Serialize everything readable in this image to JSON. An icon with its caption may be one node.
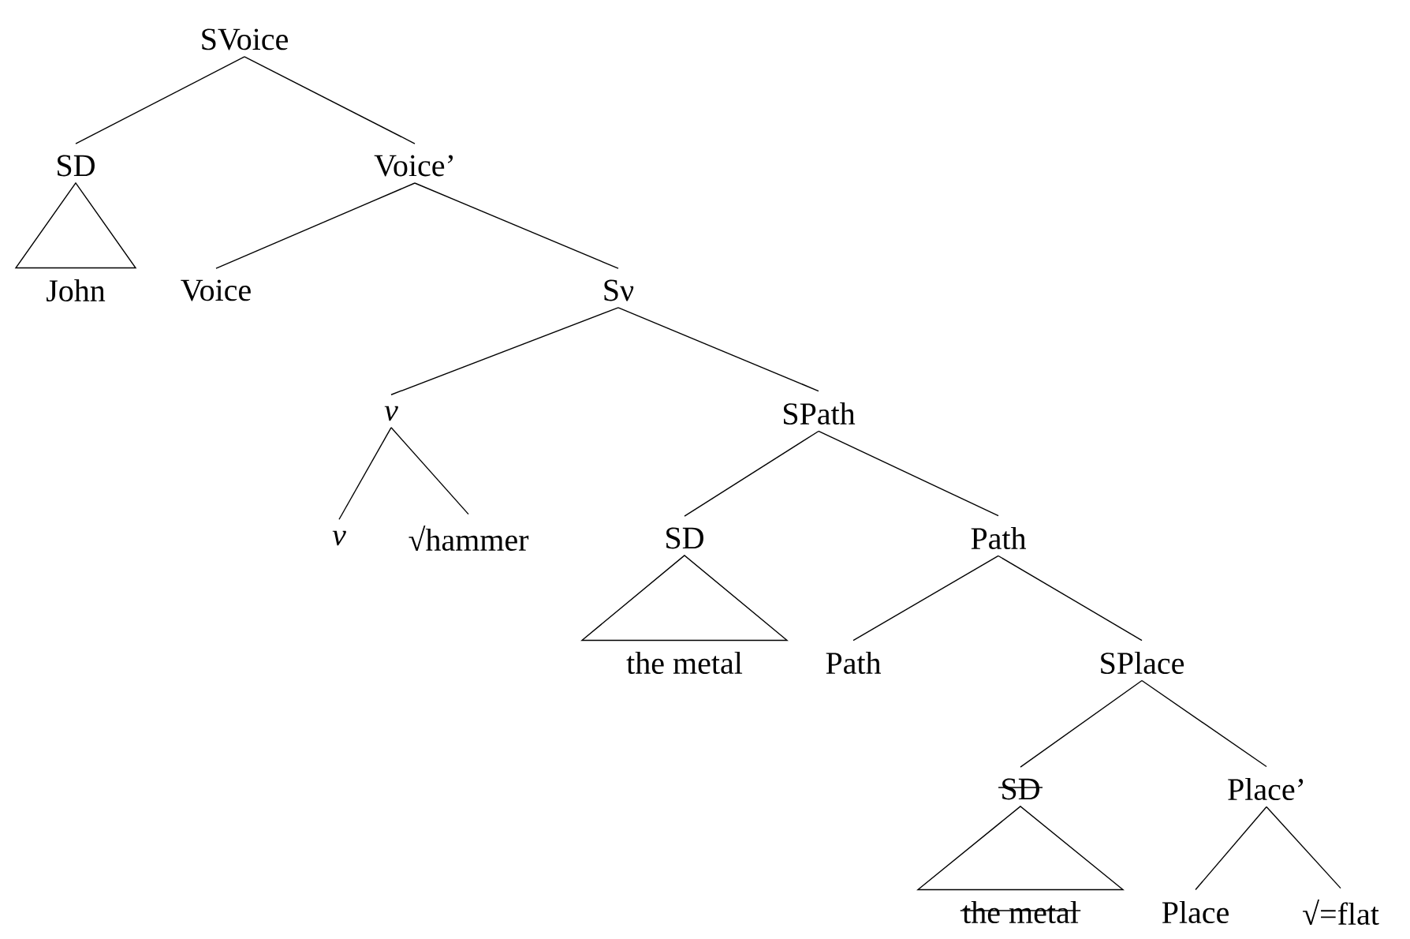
{
  "diagram": {
    "nodes": [
      {
        "text": [
          "SVoice"
        ]
      },
      {
        "text": [
          "SD"
        ]
      },
      {
        "text": [
          "Voice’"
        ]
      },
      {
        "text": [
          "John"
        ]
      },
      {
        "text": [
          "Voice"
        ]
      },
      {
        "text": [
          "Sν"
        ]
      },
      {
        "text": [
          "ν"
        ]
      },
      {
        "text": [
          "ν"
        ]
      },
      {
        "text": [
          "√hammer"
        ]
      },
      {
        "text": [
          "SPath"
        ]
      },
      {
        "text": [
          "SD"
        ]
      },
      {
        "text": [
          "Path"
        ]
      },
      {
        "text": [
          "the metal"
        ]
      },
      {
        "text": [
          "Path"
        ]
      },
      {
        "text": [
          "SPlace"
        ]
      },
      {
        "text": [
          "SD"
        ]
      },
      {
        "text": [
          "Place’"
        ]
      },
      {
        "text": [
          "the metal"
        ]
      },
      {
        "text": [
          "Place"
        ]
      },
      {
        "text": [
          "√=flat"
        ]
      }
    ],
    "edges": [
      {
        "from": 0,
        "to": 1,
        "arrow": "none"
      },
      {
        "from": 0,
        "to": 2,
        "arrow": "none"
      },
      {
        "from": 1,
        "to": 3,
        "arrow": "none"
      },
      {
        "from": 2,
        "to": 4,
        "arrow": "none"
      },
      {
        "from": 2,
        "to": 5,
        "arrow": "none"
      },
      {
        "from": 5,
        "to": 6,
        "arrow": "none"
      },
      {
        "from": 5,
        "to": 9,
        "arrow": "none"
      },
      {
        "from": 6,
        "to": 7,
        "arrow": "none"
      },
      {
        "from": 6,
        "to": 8,
        "arrow": "none"
      },
      {
        "from": 9,
        "to": 10,
        "arrow": "none"
      },
      {
        "from": 9,
        "to": 11,
        "arrow": "none"
      },
      {
        "from": 10,
        "to": 12,
        "arrow": "none"
      },
      {
        "from": 11,
        "to": 13,
        "arrow": "none"
      },
      {
        "from": 11,
        "to": 14,
        "arrow": "none"
      },
      {
        "from": 14,
        "to": 15,
        "arrow": "none"
      },
      {
        "from": 14,
        "to": 16,
        "arrow": "none"
      },
      {
        "from": 15,
        "to": 17,
        "arrow": "none"
      },
      {
        "from": 16,
        "to": 18,
        "arrow": "none"
      },
      {
        "from": 16,
        "to": 19,
        "arrow": "none"
      }
    ]
  }
}
